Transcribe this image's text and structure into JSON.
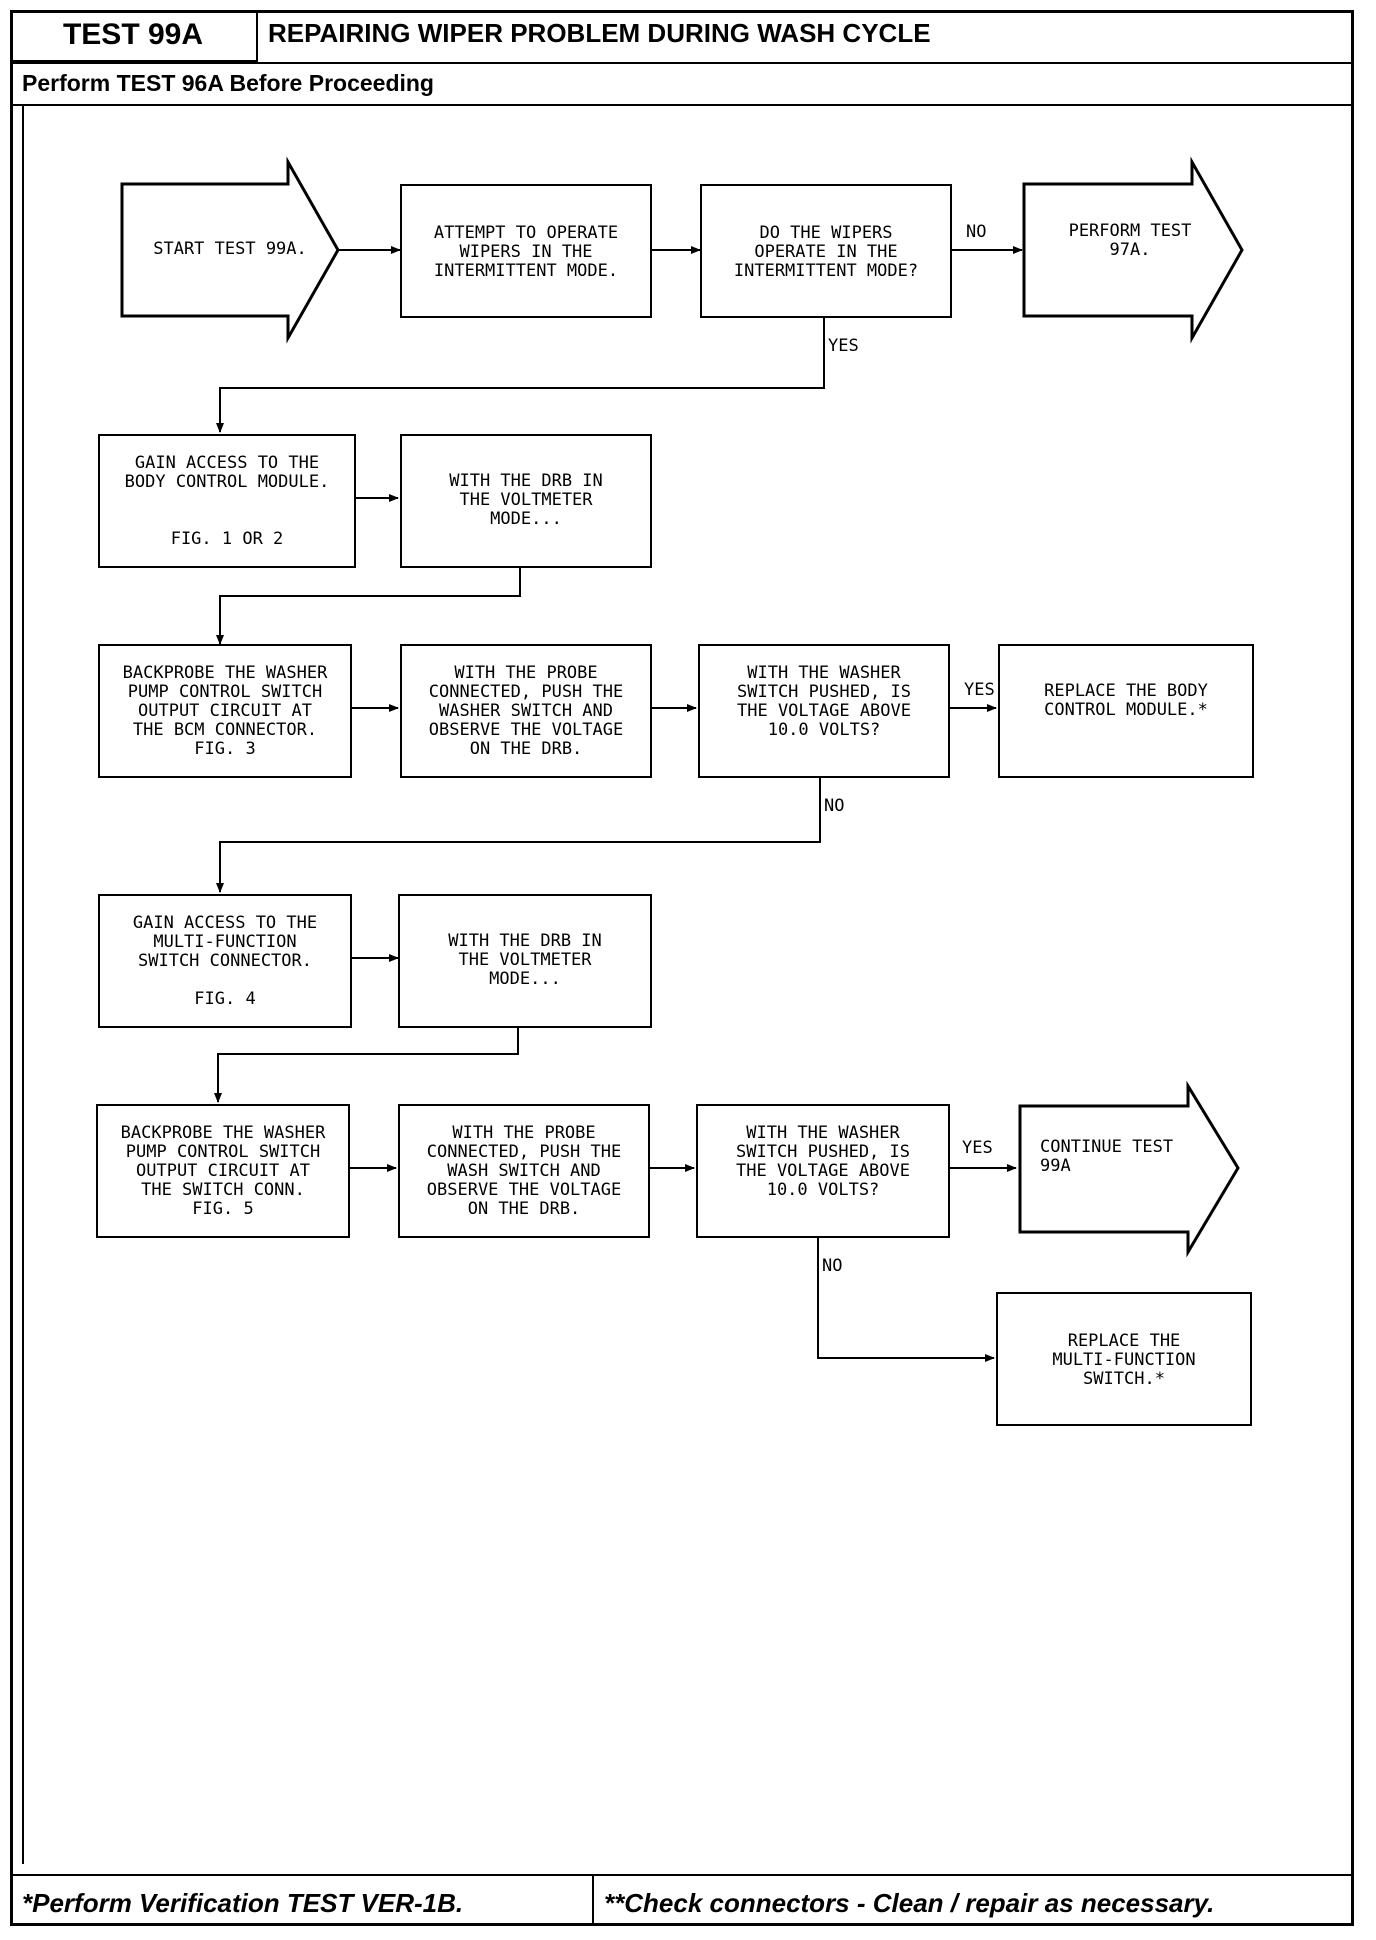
{
  "header": {
    "test_number": "TEST 99A",
    "title": "REPAIRING WIPER PROBLEM DURING WASH CYCLE",
    "subtitle": "Perform TEST 96A Before Proceeding"
  },
  "footer": {
    "left": "*Perform Verification TEST VER-1B.",
    "right": "**Check connectors - Clean / repair as necessary."
  },
  "steps": {
    "start": [
      "START TEST 99A."
    ],
    "attempt": [
      "ATTEMPT TO OPERATE",
      "WIPERS IN THE",
      "INTERMITTENT MODE."
    ],
    "do_wipers": [
      "DO THE WIPERS",
      "OPERATE IN THE",
      "INTERMITTENT MODE?"
    ],
    "perform_97a": [
      "PERFORM TEST",
      "97A."
    ],
    "gain_bcm": [
      "GAIN ACCESS TO THE",
      "BODY CONTROL MODULE.",
      "",
      "FIG. 1 OR 2"
    ],
    "drb_voltmeter_1": [
      "WITH THE DRB IN",
      "THE VOLTMETER",
      "MODE..."
    ],
    "backprobe_bcm": [
      "BACKPROBE THE WASHER",
      "PUMP CONTROL SWITCH",
      "OUTPUT CIRCUIT AT",
      "THE BCM CONNECTOR.",
      "FIG. 3"
    ],
    "probe_push_1": [
      "WITH THE PROBE",
      "CONNECTED, PUSH THE",
      "WASHER SWITCH AND",
      "OBSERVE THE VOLTAGE",
      "ON THE DRB."
    ],
    "voltage_q_1": [
      "WITH THE WASHER",
      "SWITCH PUSHED, IS",
      "THE VOLTAGE ABOVE",
      "10.0 VOLTS?"
    ],
    "replace_bcm": [
      "REPLACE THE BODY",
      "CONTROL MODULE.*"
    ],
    "gain_mfs": [
      "GAIN ACCESS TO THE",
      "MULTI-FUNCTION",
      "SWITCH CONNECTOR.",
      "",
      "FIG. 4"
    ],
    "drb_voltmeter_2": [
      "WITH THE DRB IN",
      "THE VOLTMETER",
      "MODE..."
    ],
    "backprobe_switch": [
      "BACKPROBE THE WASHER",
      "PUMP CONTROL SWITCH",
      "OUTPUT CIRCUIT AT",
      "THE SWITCH CONN.",
      "FIG. 5"
    ],
    "probe_push_2": [
      "WITH THE PROBE",
      "CONNECTED, PUSH THE",
      "WASH SWITCH AND",
      "OBSERVE THE VOLTAGE",
      "ON THE DRB."
    ],
    "voltage_q_2": [
      "WITH THE WASHER",
      "SWITCH PUSHED, IS",
      "THE VOLTAGE ABOVE",
      "10.0 VOLTS?"
    ],
    "continue_99a": [
      "CONTINUE TEST",
      "99A"
    ],
    "replace_mfs": [
      "REPLACE THE",
      "MULTI-FUNCTION",
      "SWITCH.*"
    ]
  },
  "labels": {
    "no_1": "NO",
    "yes_1": "YES",
    "yes_2": "YES",
    "no_2": "NO",
    "yes_3": "YES",
    "no_3": "NO"
  }
}
